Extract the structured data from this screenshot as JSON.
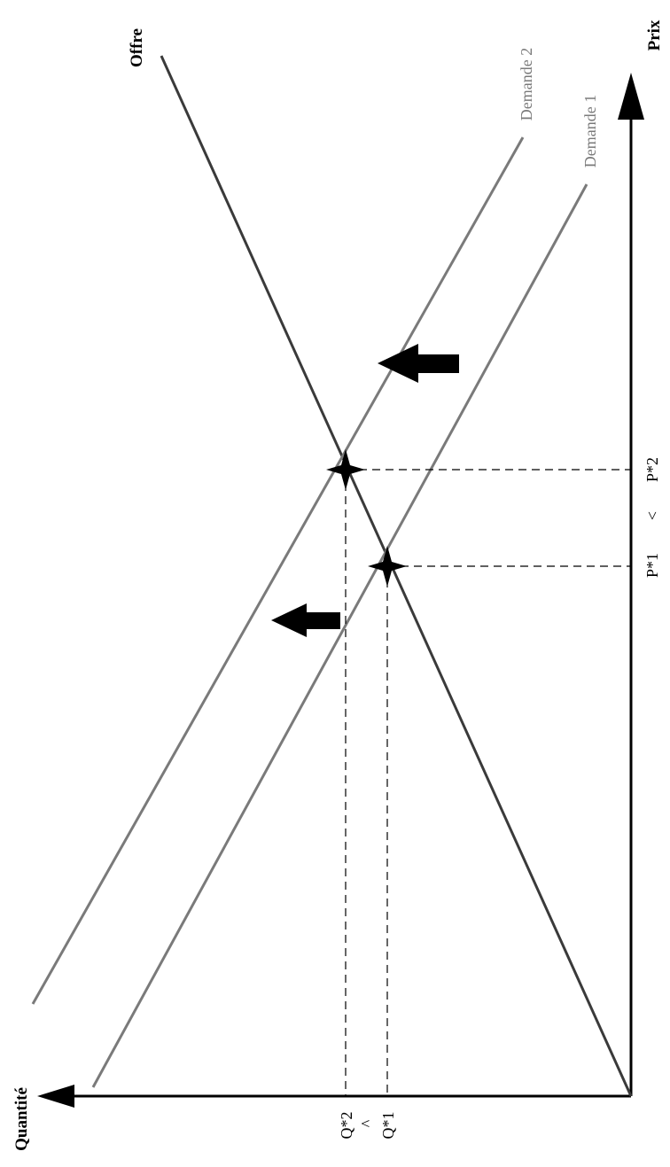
{
  "labels": {
    "price_axis": "Prix",
    "quantity_axis": "Quantité",
    "supply": "Offre",
    "demand_1": "Demande 1",
    "demand_2": "Demande 2",
    "p1": "P*1",
    "lt_price": "<",
    "p2": "P*2",
    "q2": "Q*2",
    "lt_quantity": "^",
    "q1": "Q*1"
  },
  "colors": {
    "axis": "#000000",
    "supply": "#3a3a3a",
    "demand": "#7a7a7a",
    "demand_label": "#7a7a7a",
    "guide": "#000000",
    "arrow": "#000000"
  },
  "icons": {
    "shift_arrow": "shift-arrow-icon",
    "equilibrium": "star-marker-icon"
  }
}
